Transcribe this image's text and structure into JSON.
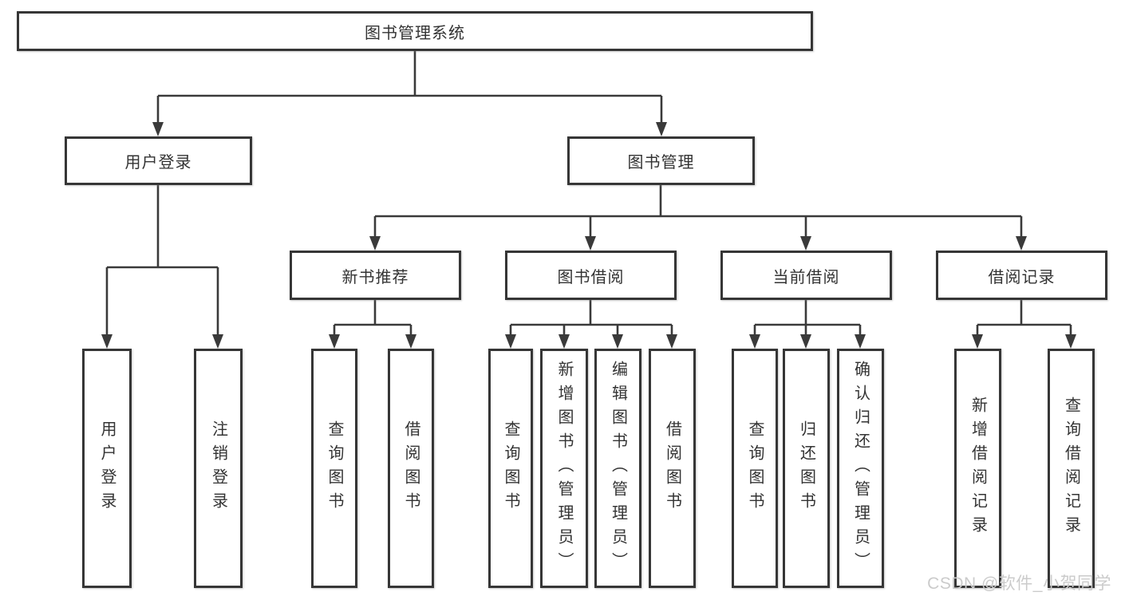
{
  "tree": {
    "label": "图书管理系统",
    "children": [
      {
        "label": "用户登录",
        "children": [
          {
            "label": "用户登录"
          },
          {
            "label": "注销登录"
          }
        ]
      },
      {
        "label": "图书管理",
        "children": [
          {
            "label": "新书推荐",
            "children": [
              {
                "label": "查询图书"
              },
              {
                "label": "借阅图书"
              }
            ]
          },
          {
            "label": "图书借阅",
            "children": [
              {
                "label": "查询图书"
              },
              {
                "label": "新增图书（管理员）"
              },
              {
                "label": "编辑图书（管理员）"
              },
              {
                "label": "借阅图书"
              }
            ]
          },
          {
            "label": "当前借阅",
            "children": [
              {
                "label": "查询图书"
              },
              {
                "label": "归还图书"
              },
              {
                "label": "确认归还（管理员）"
              }
            ]
          },
          {
            "label": "借阅记录",
            "children": [
              {
                "label": "新增借阅记录"
              },
              {
                "label": "查询借阅记录"
              }
            ]
          }
        ]
      }
    ]
  },
  "watermark": "CSDN @软件_小贺同学",
  "colors": {
    "line": "#3a3a3a",
    "box_border": "#363636",
    "text": "#333333",
    "watermark": "#cbcbcb",
    "background": "#ffffff"
  }
}
